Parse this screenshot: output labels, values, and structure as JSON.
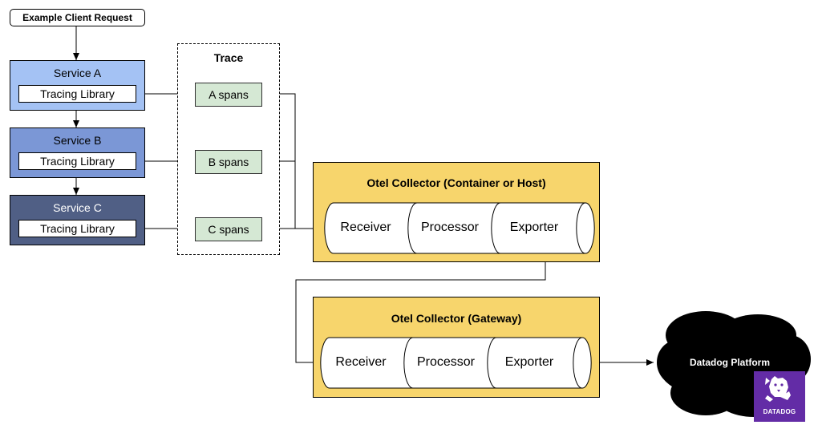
{
  "client": {
    "label": "Example Client Request"
  },
  "services": [
    {
      "title": "Service A",
      "library": "Tracing Library"
    },
    {
      "title": "Service B",
      "library": "Tracing Library"
    },
    {
      "title": "Service C",
      "library": "Tracing Library"
    }
  ],
  "trace": {
    "title": "Trace",
    "spans": [
      "A spans",
      "B spans",
      "C spans"
    ]
  },
  "collector_host": {
    "title": "Otel Collector (Container or Host)",
    "stages": [
      "Receiver",
      "Processor",
      "Exporter"
    ]
  },
  "collector_gateway": {
    "title": "Otel Collector (Gateway)",
    "stages": [
      "Receiver",
      "Processor",
      "Exporter"
    ]
  },
  "datadog": {
    "label": "Datadog Platform",
    "logo_text": "DATADOG",
    "logo_color": "#632ca6"
  },
  "colors": {
    "service_a": "#a4c2f4",
    "service_b": "#7b97d6",
    "service_c": "#505f85",
    "span_fill": "#d5e8d4",
    "collector_fill": "#f7d56c"
  }
}
